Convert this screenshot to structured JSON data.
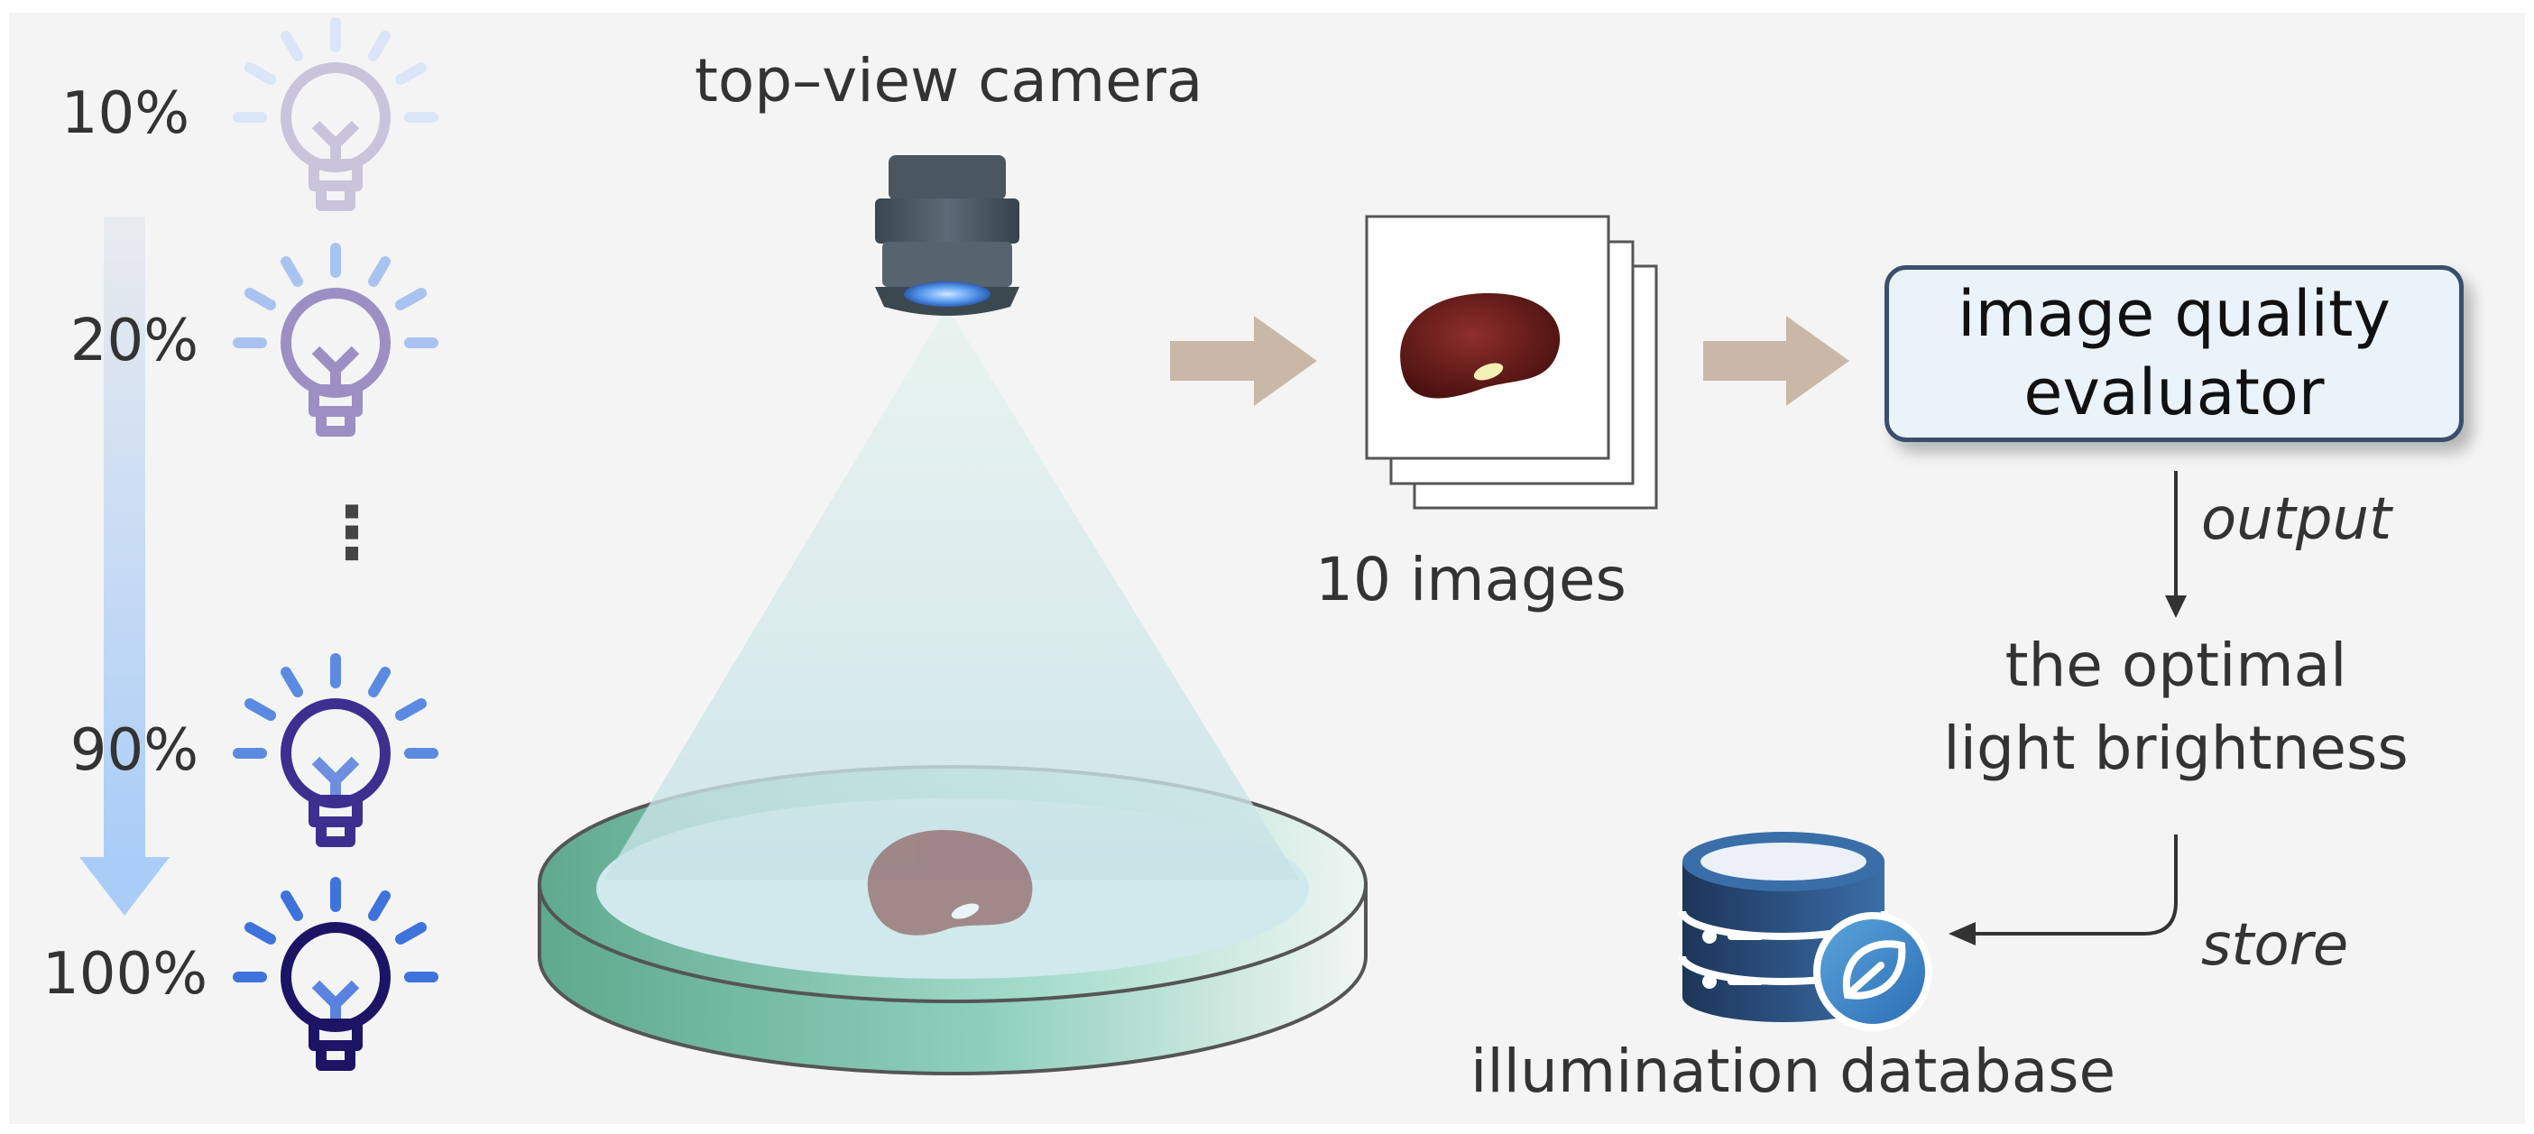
{
  "brightness_levels": {
    "level_10": "10%",
    "level_20": "20%",
    "ellipsis": "⋮",
    "level_90": "90%",
    "level_100": "100%"
  },
  "camera": {
    "label": "top–view camera"
  },
  "images": {
    "label": "10 images"
  },
  "evaluator": {
    "line1": "image quality",
    "line2": "evaluator"
  },
  "flow": {
    "output_label": "output",
    "result_line1": "the optimal",
    "result_line2": "light brightness",
    "store_label": "store"
  },
  "database": {
    "label": "illumination database"
  },
  "icons": {
    "bulb": "light-bulb-icon",
    "camera": "camera-icon",
    "database": "database-icon",
    "leaf": "leaf-icon",
    "bean": "kidney-bean-image"
  },
  "colors": {
    "background": "#f4f4f4",
    "bulb_10": "#c9c3dc",
    "bulb_20": "#9b8fc4",
    "bulb_90": "#3c2f8f",
    "bulb_100": "#1d1466",
    "ray_10": "#dbe5f8",
    "ray_20": "#a9c3f0",
    "ray_90": "#5b8be0",
    "ray_100": "#3f73dc",
    "arrow": "#c9b8a8",
    "evaluator_fill": "#eaf2fa",
    "evaluator_border": "#3a4f6b",
    "plate": "#6fb8a0",
    "bean": "#6a1a18"
  }
}
